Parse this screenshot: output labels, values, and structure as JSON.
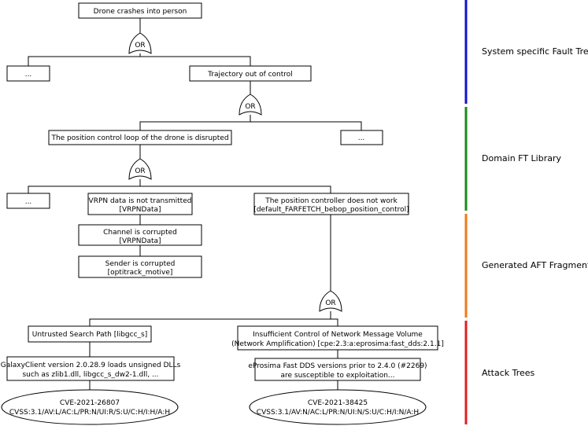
{
  "nodes": {
    "top": [
      "Drone crashes into person"
    ],
    "sys_dots": [
      "..."
    ],
    "trajectory": [
      "Trajectory out of control"
    ],
    "position_loop": [
      "The position control loop of the drone is disrupted"
    ],
    "dom_dots_right": [
      "..."
    ],
    "dom_dots_left": [
      "..."
    ],
    "vrpn": [
      "VRPN data is not transmitted",
      "[VRPNData]"
    ],
    "controller": [
      "The position controller does not work",
      "[default_FARFETCH_bebop_position_control]"
    ],
    "channel": [
      "Channel is corrupted",
      "[VRPNData]"
    ],
    "sender": [
      "Sender is corrupted",
      "[optitrack_motive]"
    ],
    "untrusted": [
      "Untrusted Search Path [libgcc_s]"
    ],
    "insufficient": [
      "Insufficient Control of Network Message Volume",
      "(Network Amplification) [cpe:2.3:a:eprosima:fast_dds:2.1.1]"
    ],
    "galaxy": [
      "GalaxyClient version 2.0.28.9 loads unsigned DLLs",
      "such as zlib1.dll, libgcc_s_dw2-1.dll, ..."
    ],
    "eprosima": [
      "eProsima Fast DDS versions prior to 2.4.0 (#2269)",
      "are susceptible to exploitation..."
    ],
    "cve1": [
      "CVE-2021-26807",
      "CVSS:3.1/AV:L/AC:L/PR:N/UI:R/S:U/C:H/I:H/A:H"
    ],
    "cve2": [
      "CVE-2021-38425",
      "CVSS:3.1/AV:N/AC:L/PR:N/UI:N/S:U/C:H/I:N/A:H"
    ]
  },
  "gates": {
    "g1": "OR",
    "g2": "OR",
    "g3": "OR",
    "g4": "OR"
  },
  "layers": [
    {
      "label": "System specific Fault Tree",
      "color": "#1010d0"
    },
    {
      "label": "Domain FT Library",
      "color": "#1a8a1a"
    },
    {
      "label": "Generated AFT Fragments",
      "color": "#f07a1a"
    },
    {
      "label": "Attack Trees",
      "color": "#e02020"
    }
  ]
}
